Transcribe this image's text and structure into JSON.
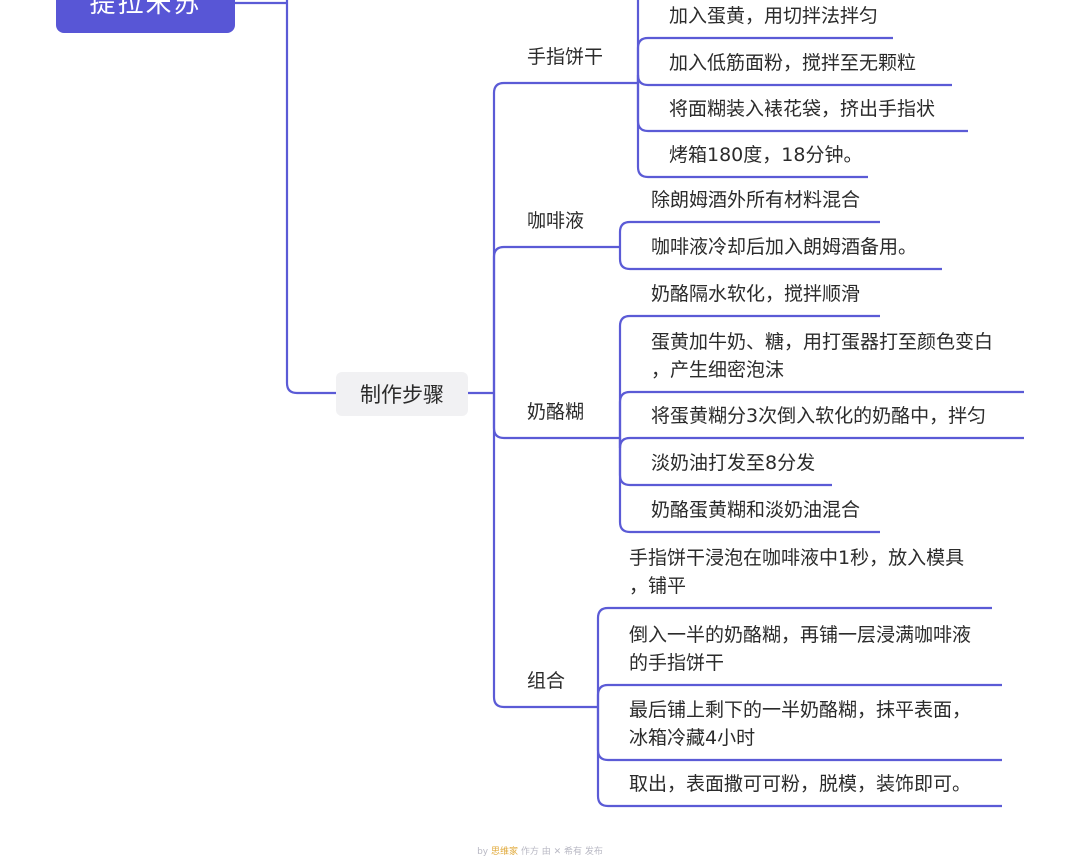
{
  "root": {
    "title": "提拉米苏"
  },
  "main": {
    "title": "制作步骤"
  },
  "colors": {
    "line": "#5b5bd6",
    "root_bg": "#5856d6",
    "main_bg": "#f1f1f3"
  },
  "branches": [
    {
      "label": "手指饼干",
      "items": [
        "加入蛋黄，用切拌法拌匀",
        "加入低筋面粉，搅拌至无颗粒",
        "将面糊装入裱花袋，挤出手指状",
        "烤箱180度，18分钟。"
      ]
    },
    {
      "label": "咖啡液",
      "items": [
        "除朗姆酒外所有材料混合",
        "咖啡液冷却后加入朗姆酒备用。"
      ]
    },
    {
      "label": "奶酪糊",
      "items": [
        "奶酪隔水软化，搅拌顺滑",
        "蛋黄加牛奶、糖，用打蛋器打至颜色变白\n，产生细密泡沫",
        "将蛋黄糊分3次倒入软化的奶酪中，拌匀",
        "淡奶油打发至8分发",
        "奶酪蛋黄糊和淡奶油混合"
      ]
    },
    {
      "label": "组合",
      "items": [
        "手指饼干浸泡在咖啡液中1秒，放入模具\n，铺平",
        "倒入一半的奶酪糊，再铺一层浸满咖啡液\n的手指饼干",
        "最后铺上剩下的一半奶酪糊，抹平表面，\n冰箱冷藏4小时",
        "取出，表面撒可可粉，脱模，装饰即可。"
      ]
    }
  ],
  "footer": {
    "prefix": "by",
    "brand": "思维家",
    "text": "作方 由 ✕ 希有 发布"
  }
}
